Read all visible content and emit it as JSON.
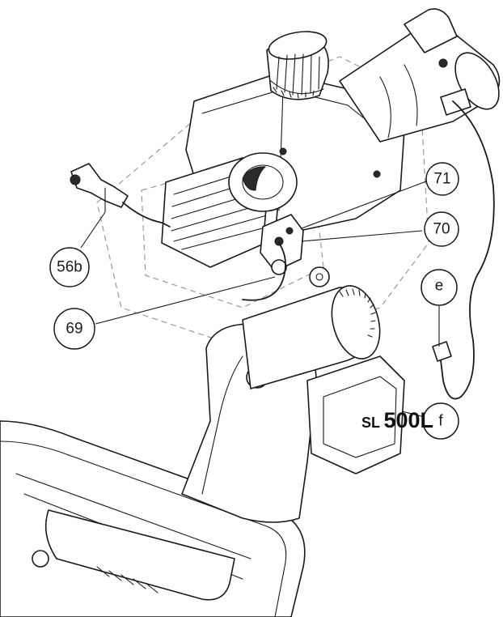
{
  "callouts": {
    "c71": "71",
    "c70": "70",
    "c56b": "56b",
    "c69": "69",
    "ce": "e",
    "cf": "f"
  },
  "model_label": {
    "prefix": "SL",
    "number": "500L"
  }
}
